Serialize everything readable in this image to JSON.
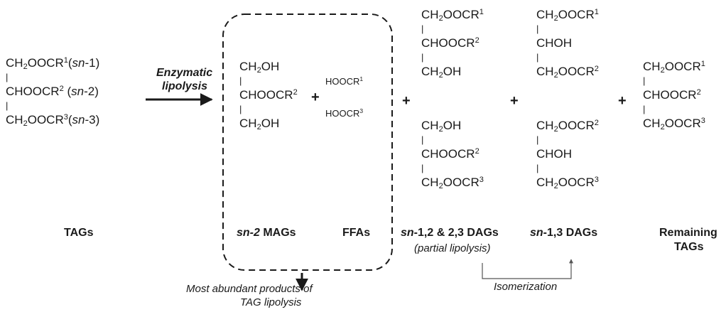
{
  "tags": {
    "row1": {
      "main": "CH",
      "sub": "2",
      "rest": "OOCR",
      "sup": "1",
      "pos": "(",
      "pos_it": "sn",
      "pos_end": "-1)"
    },
    "bond1": "|",
    "row2": {
      "main": "CHOOCR",
      "sup": "2",
      "pos": "(",
      "pos_it": "sn",
      "pos_end": "-2)"
    },
    "bond2": "|",
    "row3": {
      "main": "CH",
      "sub": "2",
      "rest": "OOCR",
      "sup": "3",
      "pos": "(",
      "pos_it": "sn",
      "pos_end": "-3)"
    },
    "label": "TAGs"
  },
  "arrow_label": {
    "line1": "Enzymatic",
    "line2": "lipolysis"
  },
  "mag": {
    "row1": {
      "main": "CH",
      "sub": "2",
      "rest": "OH"
    },
    "bond1": "|",
    "row2": {
      "main": "CHOOCR",
      "sup": "2"
    },
    "bond2": "|",
    "row3": {
      "main": "CH",
      "sub": "2",
      "rest": "OH"
    },
    "label_it": "sn-2",
    "label_rest": " MAGs"
  },
  "ffa": {
    "row1": {
      "main": "HOOCR",
      "sup": "1"
    },
    "row2": {
      "main": "HOOCR",
      "sup": "3"
    },
    "label": "FFAs"
  },
  "dag12": {
    "top": {
      "row1": {
        "main": "CH",
        "sub": "2",
        "rest": "OOCR",
        "sup": "1"
      },
      "bond1": "|",
      "row2": {
        "main": "CHOOCR",
        "sup": "2"
      },
      "bond2": "|",
      "row3": {
        "main": "CH",
        "sub": "2",
        "rest": "OH"
      }
    },
    "bottom": {
      "row1": {
        "main": "CH",
        "sub": "2",
        "rest": "OH"
      },
      "bond1": "|",
      "row2": {
        "main": "CHOOCR",
        "sup": "2"
      },
      "bond2": "|",
      "row3": {
        "main": "CH",
        "sub": "2",
        "rest": "OOCR",
        "sup": "3"
      }
    },
    "label_it": "sn",
    "label_rest": "-1,2 & 2,3 DAGs",
    "sublabel": "(partial lipolysis)"
  },
  "dag13": {
    "top": {
      "row1": {
        "main": "CH",
        "sub": "2",
        "rest": "OOCR",
        "sup": "1"
      },
      "bond1": "|",
      "row2": {
        "main": "CHOH"
      },
      "bond2": "|",
      "row3": {
        "main": "CH",
        "sub": "2",
        "rest": "OOCR",
        "sup": "2"
      }
    },
    "bottom": {
      "row1": {
        "main": "CH",
        "sub": "2",
        "rest": "OOCR",
        "sup": "2"
      },
      "bond1": "|",
      "row2": {
        "main": "CHOH"
      },
      "bond2": "|",
      "row3": {
        "main": "CH",
        "sub": "2",
        "rest": "OOCR",
        "sup": "3"
      }
    },
    "label_it": "sn",
    "label_rest": "-1,3 DAGs"
  },
  "remaining": {
    "row1": {
      "main": "CH",
      "sub": "2",
      "rest": "OOCR",
      "sup": "1"
    },
    "bond1": "|",
    "row2": {
      "main": "CHOOCR",
      "sup": "2"
    },
    "bond2": "|",
    "row3": {
      "main": "CH",
      "sub": "2",
      "rest": "OOCR",
      "sup": "3"
    },
    "label_line1": "Remaining",
    "label_line2": "TAGs"
  },
  "plus_signs": [
    "+",
    "+",
    "+",
    "+"
  ],
  "abundant_caption": {
    "line1": "Most abundant  products of",
    "line2": "TAG lipolysis"
  },
  "isomerization_label": "Isomerization"
}
